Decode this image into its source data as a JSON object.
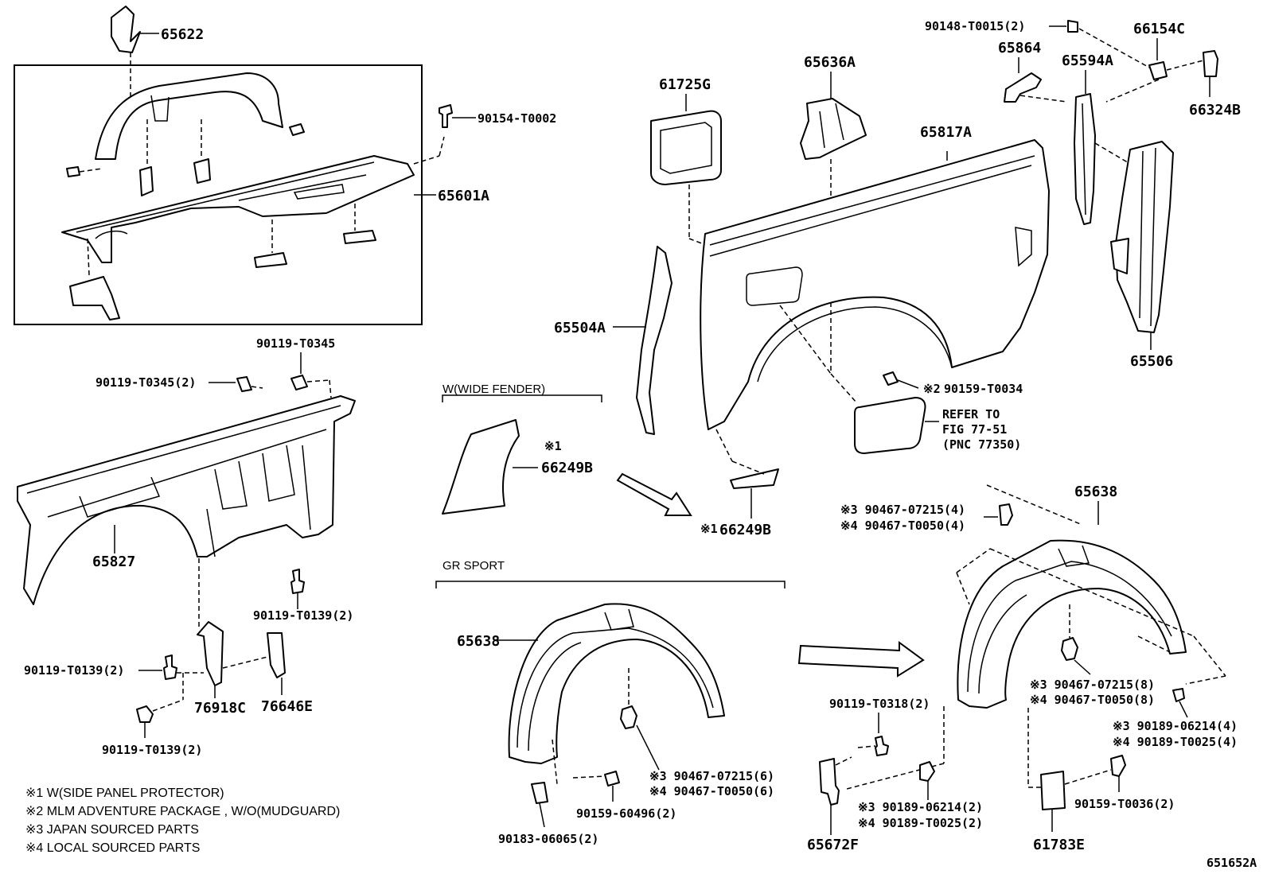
{
  "labels": {
    "p65622": "65622",
    "p90154_T0002": "90154-T0002",
    "p65601A": "65601A",
    "p90119_T0345": "90119-T0345",
    "p90119_T0345_2": "90119-T0345(2)",
    "p65827": "65827",
    "p90119_T0139_2_a": "90119-T0139(2)",
    "p90119_T0139_2_b": "90119-T0139(2)",
    "p90119_T0139_2_c": "90119-T0139(2)",
    "p76918C": "76918C",
    "p76646E": "76646E",
    "p61725G": "61725G",
    "p65636A": "65636A",
    "p65817A": "65817A",
    "p65504A": "65504A",
    "p90159_T0034": "90159-T0034",
    "p90159_T0034_mark": "※2",
    "refer_line1": "REFER TO",
    "refer_line2": "FIG 77-51",
    "refer_line3": "(PNC 77350)",
    "p90148_T0015_2": "90148-T0015(2)",
    "p65864": "65864",
    "p66154C": "66154C",
    "p65594A": "65594A",
    "p66324B": "66324B",
    "p65506": "65506",
    "p66249B_a_mark": "※1",
    "p66249B_a": "66249B",
    "p66249B_b_mark": "※1",
    "p66249B_b": "66249B",
    "p65638_a": "65638",
    "p65638_b": "65638",
    "p90467_07215_4": "※3 90467-07215(4)",
    "p90467_T0050_4": "※4 90467-T0050(4)",
    "p90467_07215_6": "※3 90467-07215(6)",
    "p90467_T0050_6": "※4 90467-T0050(6)",
    "p90159_60496_2": "90159-60496(2)",
    "p90183_06065_2": "90183-06065(2)",
    "p90467_07215_8": "※3 90467-07215(8)",
    "p90467_T0050_8": "※4 90467-T0050(8)",
    "p90189_06214_4": "※3 90189-06214(4)",
    "p90189_T0025_4": "※4 90189-T0025(4)",
    "p90119_T0318_2": "90119-T0318(2)",
    "p90189_06214_2": "※3 90189-06214(2)",
    "p90189_T0025_2": "※4 90189-T0025(2)",
    "p90159_T0036_2": "90159-T0036(2)",
    "p65672F": "65672F",
    "p61783E": "61783E"
  },
  "groups": {
    "wide_fender": "W(WIDE FENDER)",
    "gr_sport": "GR SPORT"
  },
  "notes": [
    "※1 W(SIDE PANEL PROTECTOR)",
    "※2 MLM ADVENTURE PACKAGE , W/O(MUDGUARD)",
    "※3 JAPAN SOURCED PARTS",
    "※4 LOCAL SOURCED PARTS"
  ],
  "figure_id": "651652A"
}
